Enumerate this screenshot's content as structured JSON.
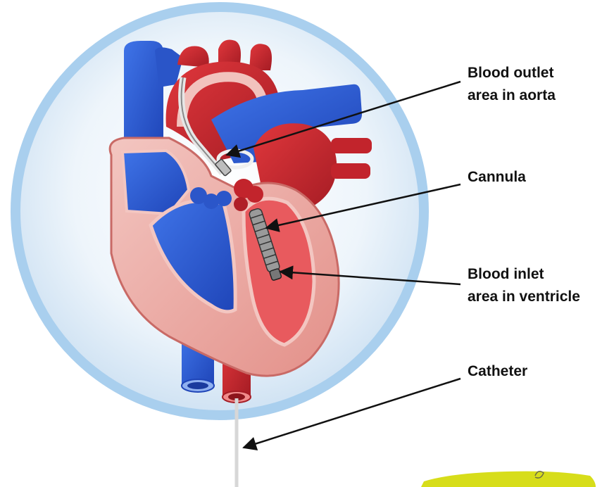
{
  "labels": {
    "outlet": {
      "line1": "Blood outlet",
      "line2": "area in aorta"
    },
    "cannula": "Cannula",
    "inlet": {
      "line1": "Blood inlet",
      "line2": "area in ventricle"
    },
    "catheter": "Catheter"
  },
  "colors": {
    "background_circle": "#d9e9f6",
    "circle_border": "#a9cfee",
    "artery_red": "#c8262e",
    "vein_blue": "#2f5fd6",
    "heart_wall": "#eba9a4",
    "highlighter": "#d7dd1a"
  }
}
